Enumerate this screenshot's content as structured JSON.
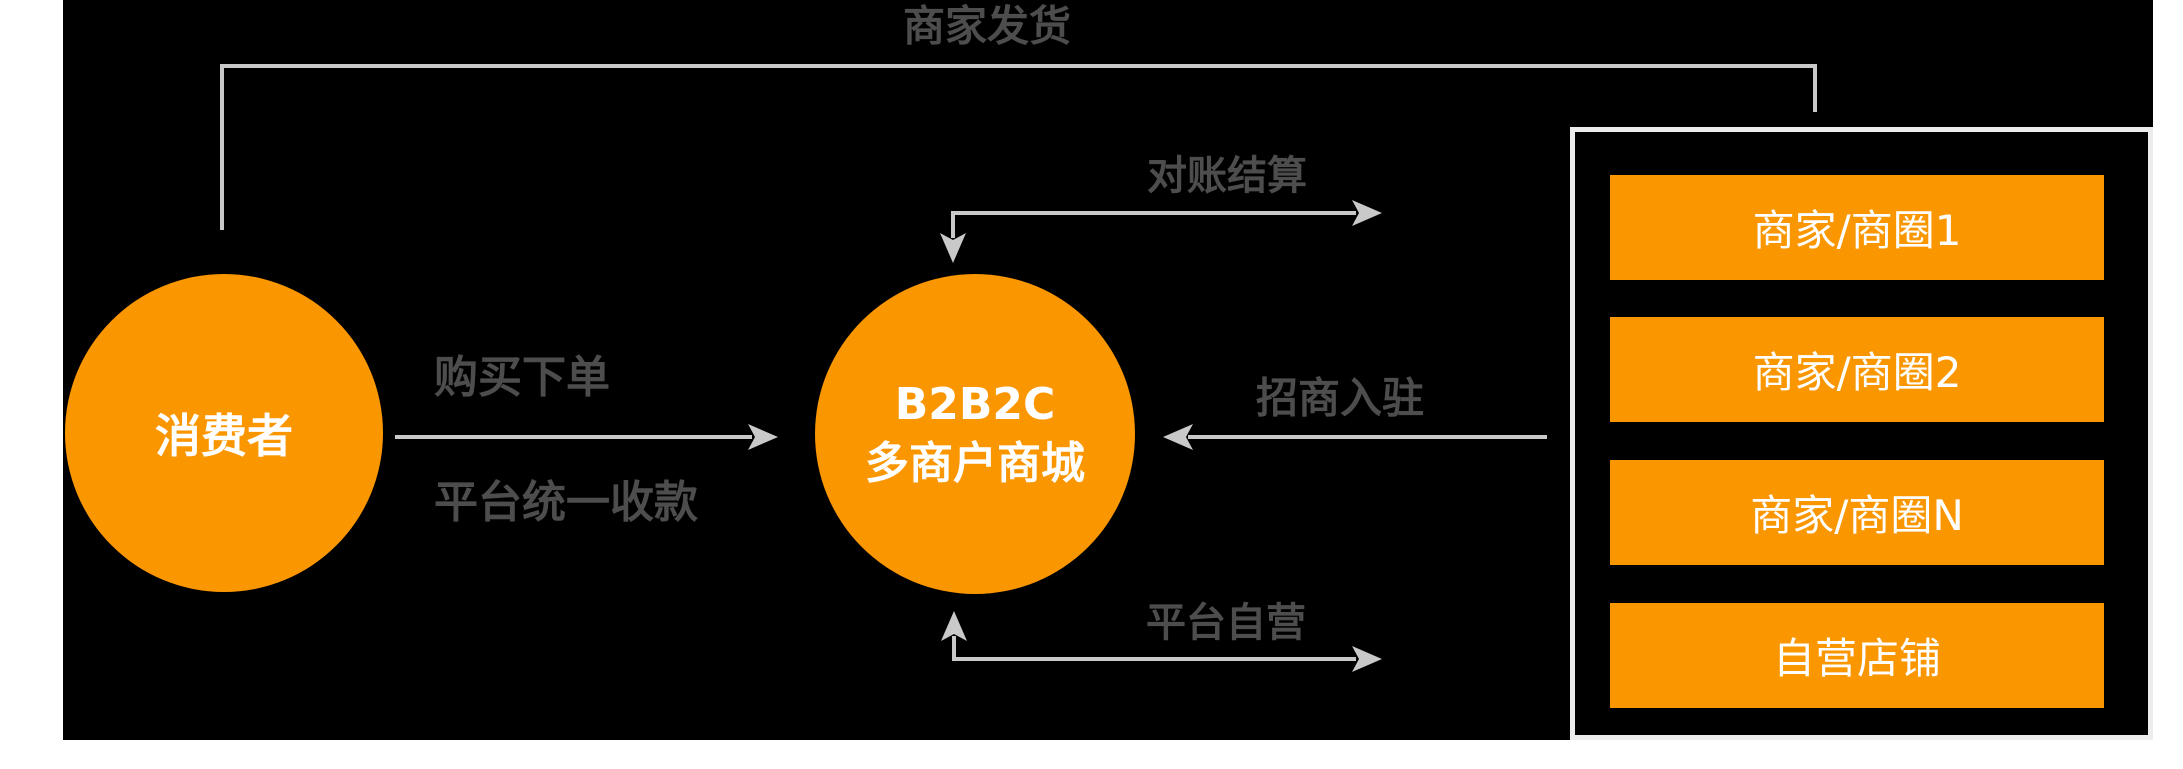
{
  "diagram": {
    "title_hint": "B2B2C multi-merchant mall flow diagram",
    "consumer": {
      "label": "消费者"
    },
    "platform": {
      "label_line1": "B2B2C",
      "label_line2": "多商户商城"
    },
    "merchant_panel": {
      "items": [
        {
          "label": "商家/商圈1"
        },
        {
          "label": "商家/商圈2"
        },
        {
          "label": "商家/商圈N"
        },
        {
          "label": "自营店铺"
        }
      ]
    },
    "flows": {
      "shipping": "商家发货",
      "purchase": "购买下单",
      "collection": "平台统一收款",
      "settlement": "对账结算",
      "onboarding": "招商入驻",
      "self_operated": "平台自营"
    },
    "colors": {
      "accent_orange": "#FA9600",
      "connector_gray": "#C9C9C9",
      "panel_border_gray": "#ECECEC",
      "label_gray": "#4D4D4D",
      "background_black": "#000000"
    }
  }
}
